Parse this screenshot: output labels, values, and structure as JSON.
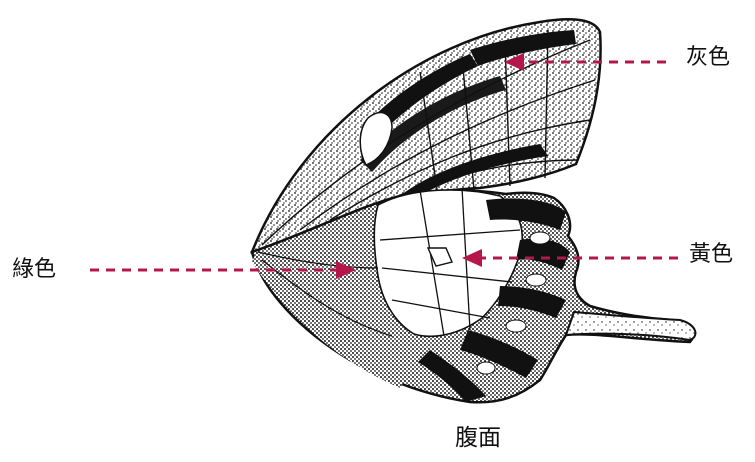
{
  "labels": {
    "gray": "灰色",
    "yellow": "黃色",
    "green": "綠色"
  },
  "caption": "腹面",
  "colors": {
    "arrow": "#b5174b",
    "ink": "#111111",
    "paper": "#ffffff"
  }
}
